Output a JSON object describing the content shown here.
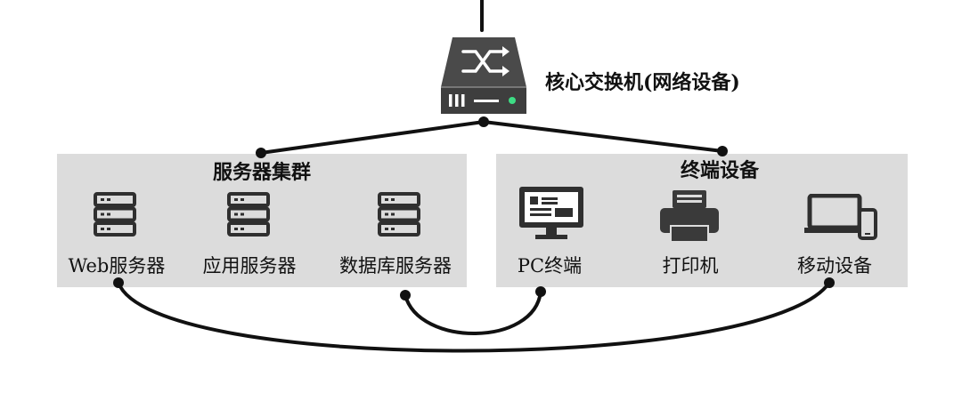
{
  "core_switch": {
    "label": "核心交换机(网络设备)",
    "icon": "network-switch-icon"
  },
  "server_cluster": {
    "title": "服务器集群",
    "items": [
      {
        "label": "Web服务器",
        "icon": "server-icon"
      },
      {
        "label": "应用服务器",
        "icon": "server-icon"
      },
      {
        "label": "数据库服务器",
        "icon": "server-icon"
      }
    ]
  },
  "terminal_devices": {
    "title": "终端设备",
    "items": [
      {
        "label": "PC终端",
        "icon": "monitor-icon"
      },
      {
        "label": "打印机",
        "icon": "printer-icon"
      },
      {
        "label": "移动设备",
        "icon": "laptop-phone-icon"
      }
    ]
  },
  "colors": {
    "panel": "#dcdcdc",
    "icon": "#3a3a3a",
    "line": "#111111",
    "led": "#3ddc84"
  }
}
